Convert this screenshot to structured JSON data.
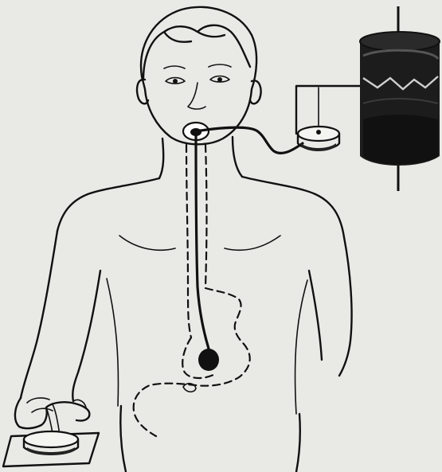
{
  "figure": {
    "subject": "person",
    "parts": [
      "head",
      "torso",
      "arms",
      "esophagus",
      "stomach",
      "intestine",
      "recording-drum",
      "pressure-capsule",
      "signal-button"
    ],
    "colors": {
      "ink": "#111111",
      "paper": "#e9e9e6",
      "drum_dark": "#1c1c1c",
      "drum_trace": "#cfcfcf"
    },
    "dashed_path_style": "dashed"
  }
}
